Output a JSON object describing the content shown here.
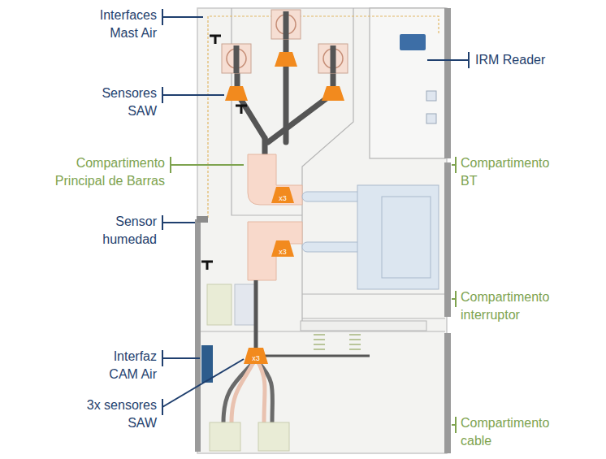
{
  "diagram": {
    "labels": [
      "Interfaces Mast Air",
      "Sensores SAW",
      "Compartimento Principal de Barras",
      "Sensor humedad",
      "Interfaz CAM Air",
      "3x sensores SAW",
      "IRM Reader",
      "Compartimento BT",
      "Compartimento interruptor",
      "Compartimento cable",
      "x3",
      "x3",
      "x3"
    ]
  }
}
